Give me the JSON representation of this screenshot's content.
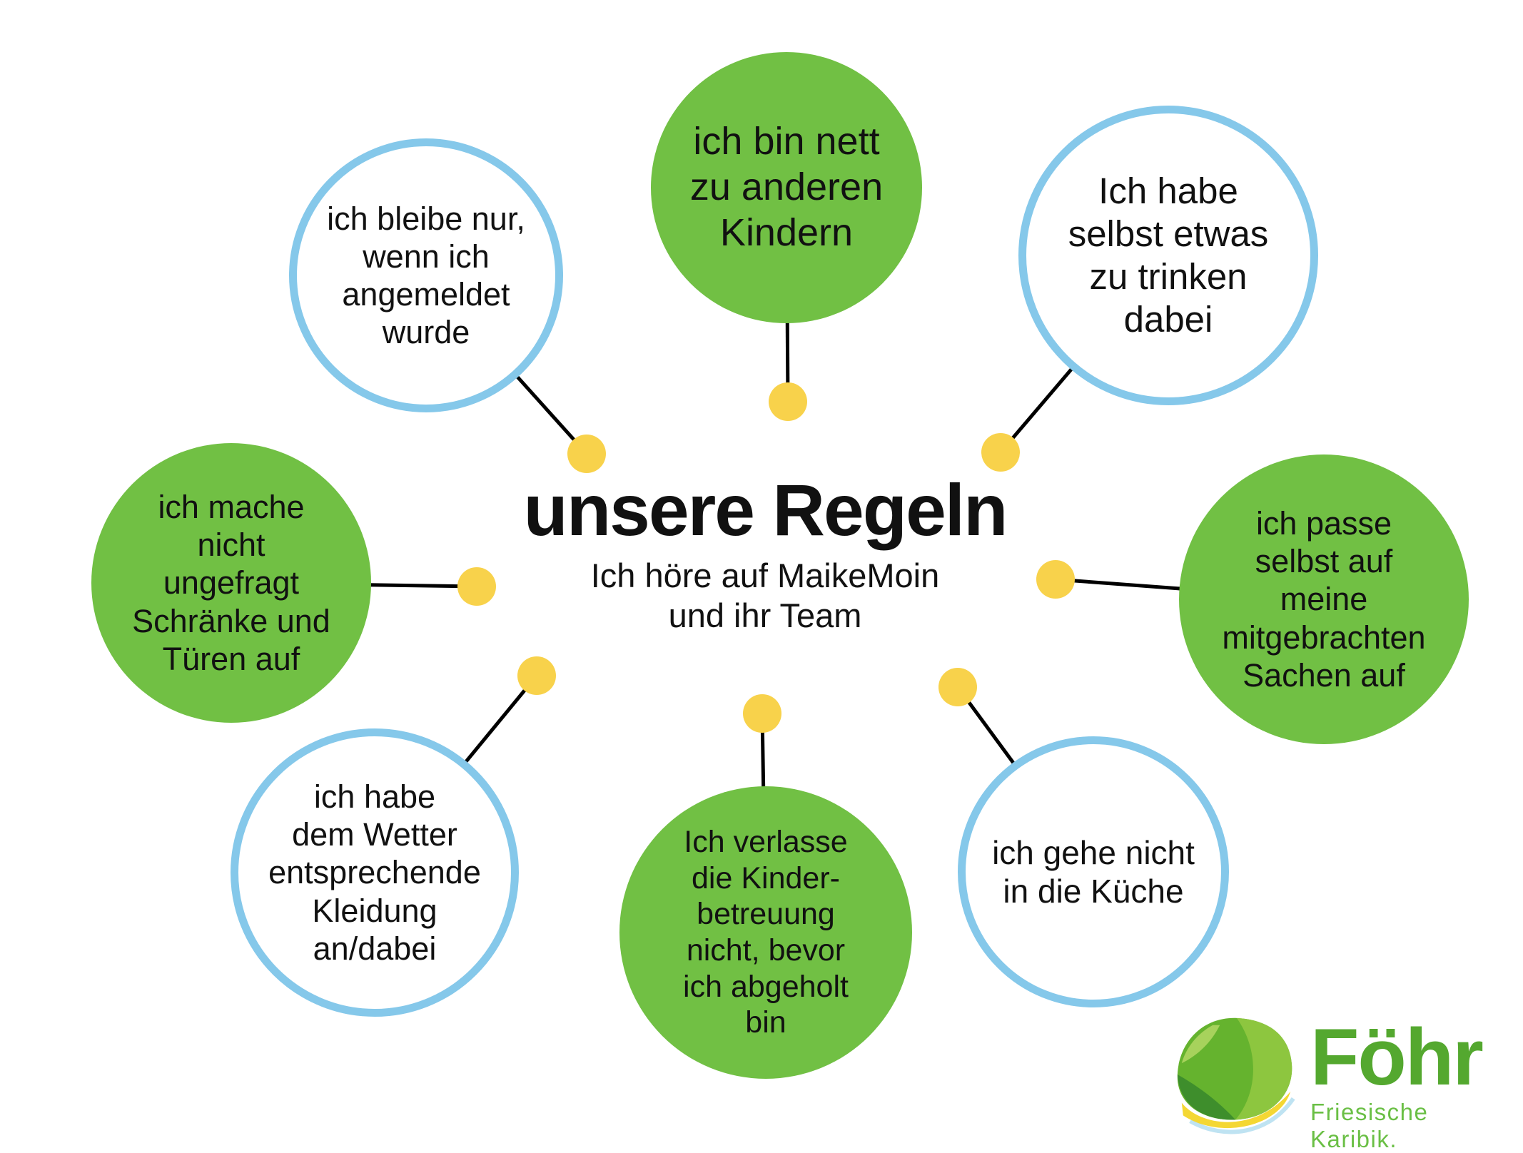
{
  "center": {
    "title": "unsere Regeln",
    "subtitle": "Ich höre auf MaikeMoin\nund ihr Team"
  },
  "nodes": [
    {
      "id": "angemeldet",
      "style": "blue",
      "text": "ich bleibe nur,\nwenn ich\nangemeldet\nwurde"
    },
    {
      "id": "nett",
      "style": "green",
      "text": "ich bin nett\nzu anderen\nKindern"
    },
    {
      "id": "trinken",
      "style": "blue",
      "text": "Ich habe\nselbst etwas\nzu trinken\ndabei"
    },
    {
      "id": "schraenke",
      "style": "green",
      "text": "ich mache\nnicht\nungefragt\nSchränke und\nTüren auf"
    },
    {
      "id": "sachen",
      "style": "green",
      "text": "ich passe\nselbst auf\nmeine\nmitgebrachten\nSachen auf"
    },
    {
      "id": "kleidung",
      "style": "blue",
      "text": "ich habe\ndem Wetter\nentsprechende\nKleidung\nan/dabei"
    },
    {
      "id": "abgeholt",
      "style": "green",
      "text": "Ich verlasse\ndie Kinder-\nbetreuung\nnicht, bevor\nich abgeholt\nbin"
    },
    {
      "id": "kueche",
      "style": "blue",
      "text": "ich gehe nicht\nin die Küche"
    }
  ],
  "logo": {
    "name": "Föhr",
    "tagline": "Friesische Karibik."
  },
  "colors": {
    "green_fill": "#71c044",
    "blue_stroke": "#85c8ea",
    "dot_yellow": "#f8d24b",
    "line_black": "#000000",
    "logo_green": "#54a82f",
    "tagline_green": "#6abf45"
  }
}
